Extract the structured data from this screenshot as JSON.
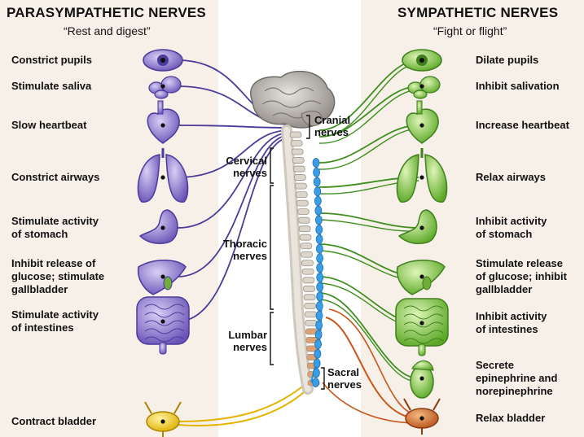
{
  "parasympathetic": {
    "title": "PARASYMPATHETIC NERVES",
    "subtitle": "“Rest and digest”",
    "effects": [
      "Constrict pupils",
      "Stimulate saliva",
      "Slow heartbeat",
      "Constrict airways",
      "Stimulate activity\nof stomach",
      "Inhibit release of\nglucose; stimulate\ngallbladder",
      "Stimulate activity\nof intestines",
      "Contract bladder"
    ]
  },
  "sympathetic": {
    "title": "SYMPATHETIC NERVES",
    "subtitle": "“Fight or flight”",
    "effects": [
      "Dilate pupils",
      "Inhibit salivation",
      "Increase heartbeat",
      "Relax airways",
      "Inhibit activity\nof stomach",
      "Stimulate release\nof glucose; inhibit\ngallbladder",
      "Inhibit activity\nof intestines",
      "Secrete\nepinephrine and\nnorepinephrine",
      "Relax bladder"
    ]
  },
  "nerve_groups": {
    "cranial": "Cranial\nnerves",
    "cervical": "Cervical\nnerves",
    "thoracic": "Thoracic\nnerves",
    "lumbar": "Lumbar\nnerves",
    "sacral": "Sacral\nnerves"
  },
  "colors": {
    "panel_bg": "#f6f0e8",
    "parasympathetic": "#4a3a9a",
    "sympathetic": "#3f8f1f",
    "sacral_orange": "#c8571a",
    "bladder_yellow": "#f2c81a",
    "ganglia_blue": "#2e8fd6",
    "brain_gray": "#9a9590"
  }
}
